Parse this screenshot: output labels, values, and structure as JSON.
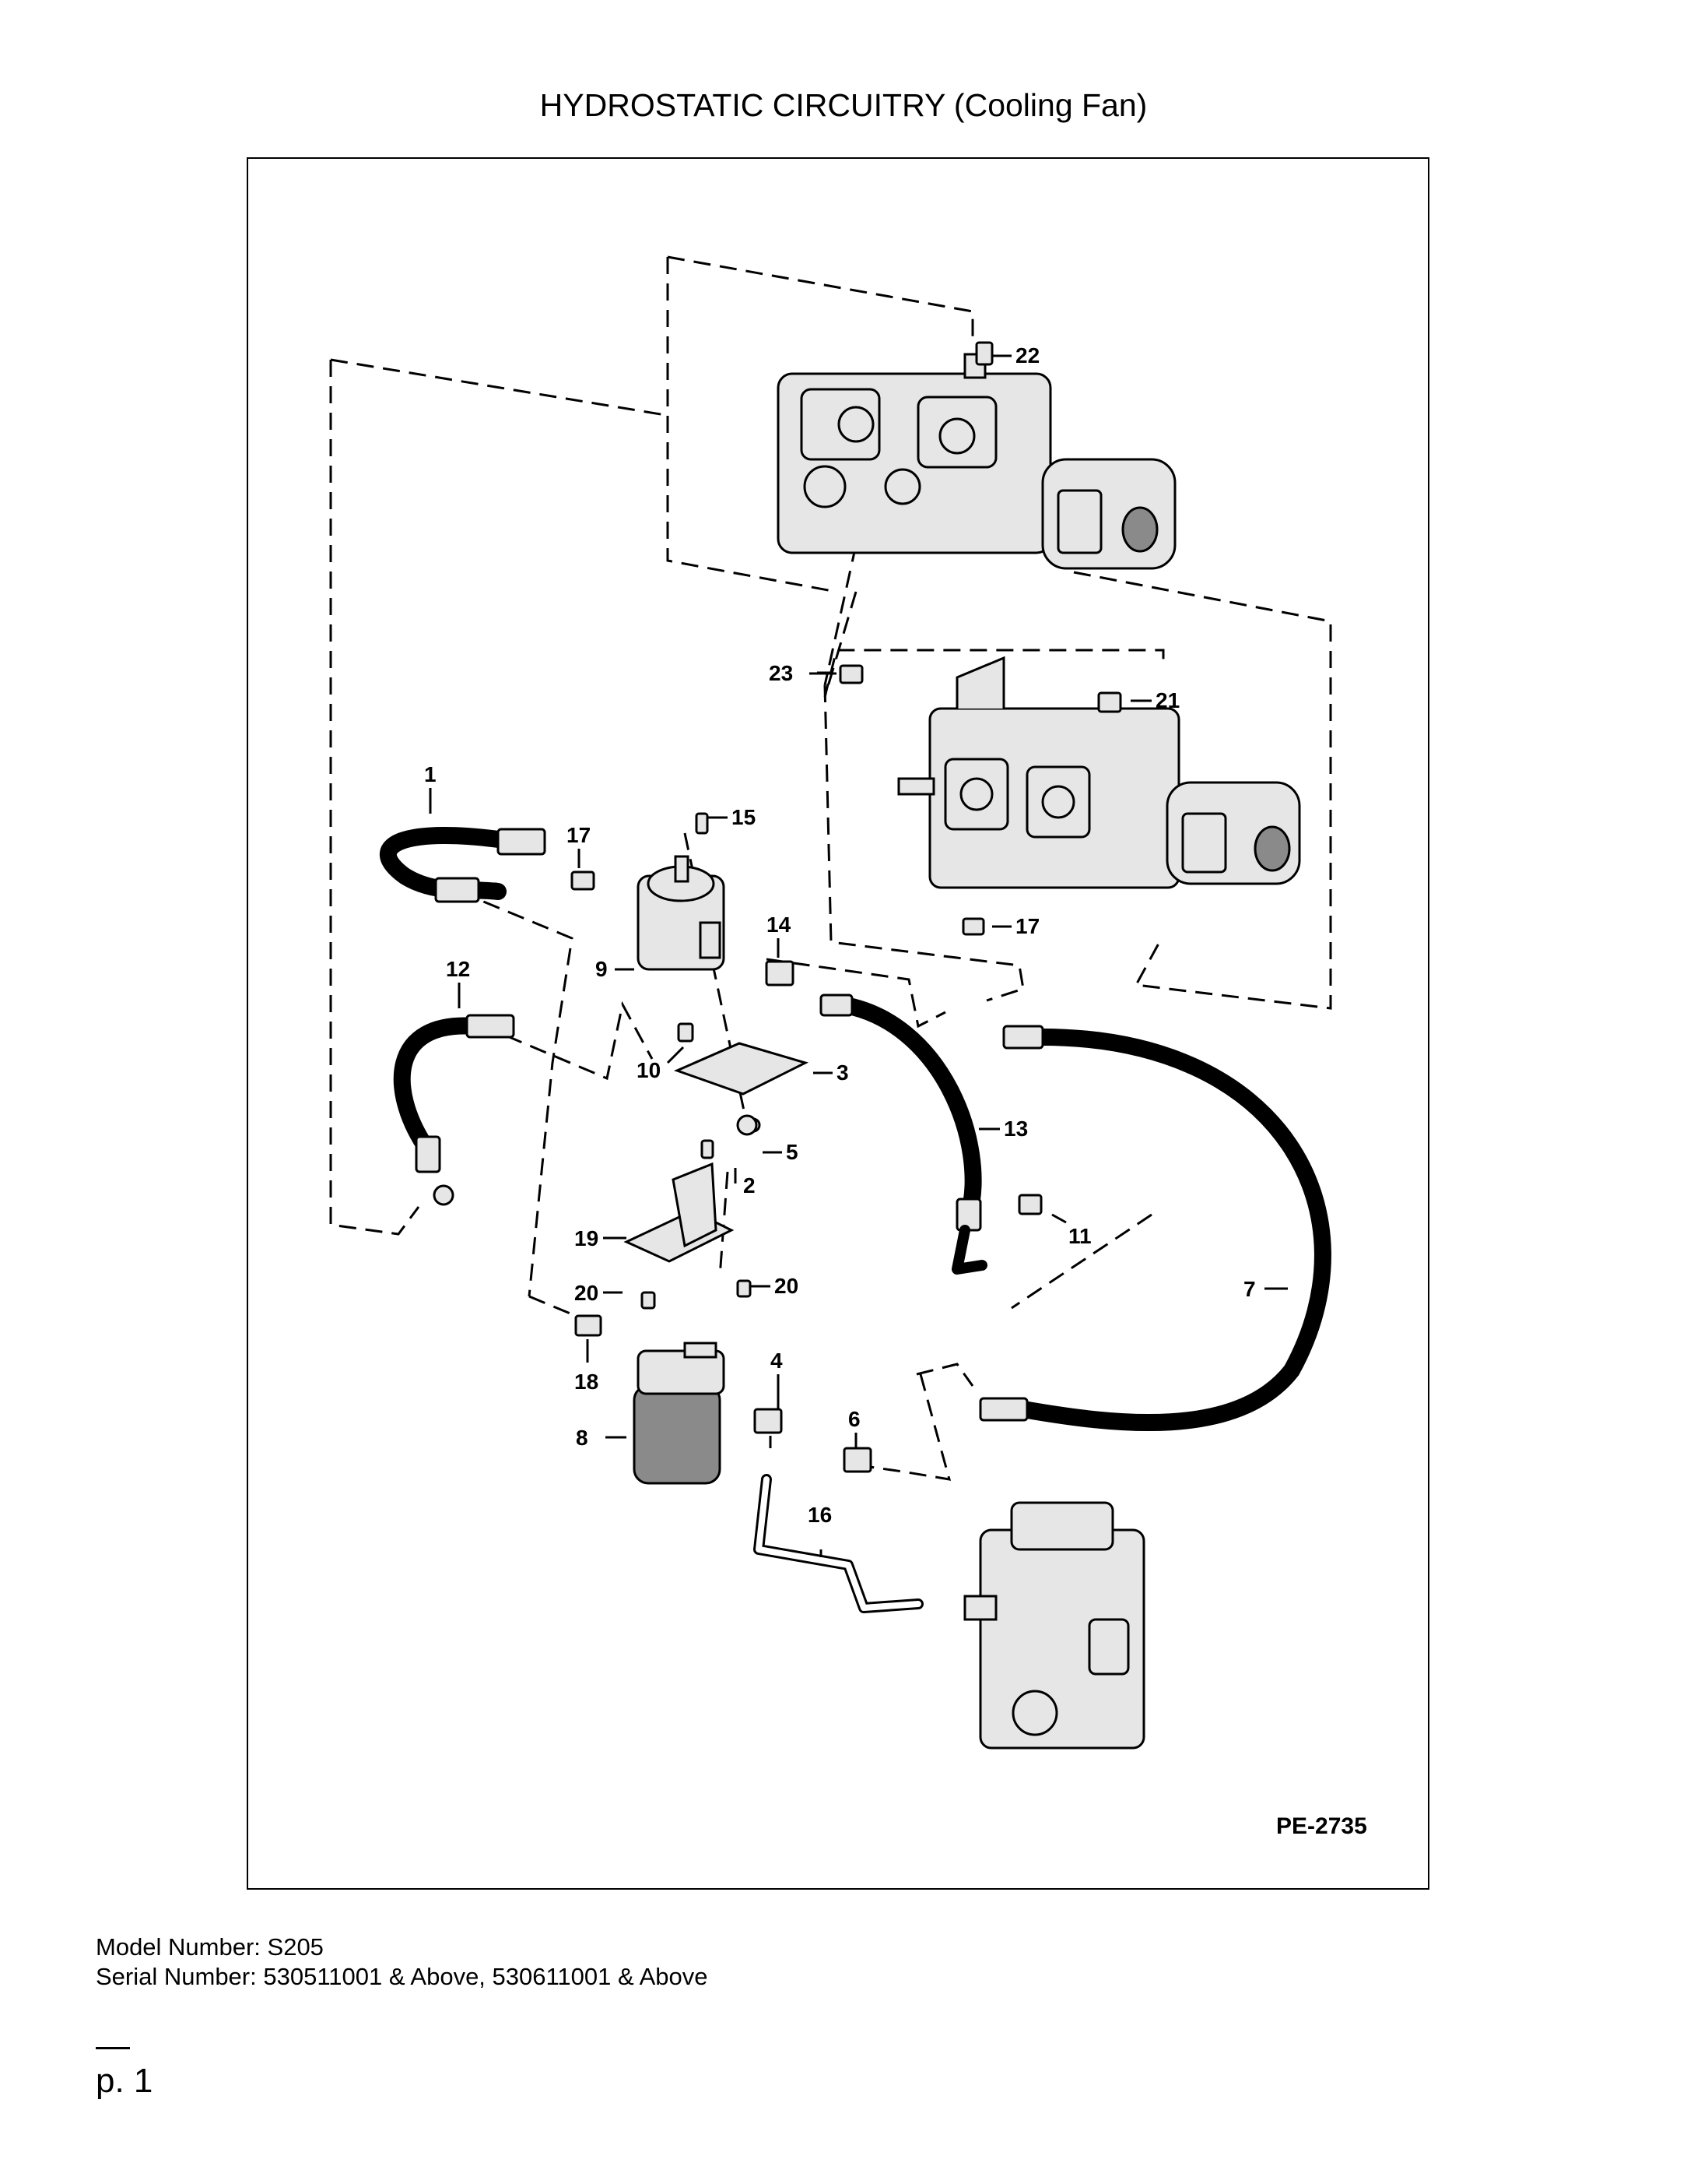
{
  "title": "HYDROSTATIC CIRCUITRY (Cooling Fan)",
  "figure_id": "PE-2735",
  "callouts": {
    "c1": "1",
    "c2": "2",
    "c3": "3",
    "c4": "4",
    "c5": "5",
    "c6": "6",
    "c7": "7",
    "c8": "8",
    "c9": "9",
    "c10": "10",
    "c11": "11",
    "c12": "12",
    "c13": "13",
    "c14": "14",
    "c15": "15",
    "c16": "16",
    "c17a": "17",
    "c17b": "17",
    "c18": "18",
    "c19": "19",
    "c20a": "20",
    "c20b": "20",
    "c21": "21",
    "c22": "22",
    "c23": "23"
  },
  "footer": {
    "model": "Model Number: S205",
    "serial": "Serial Number: 530511001 & Above, 530611001 & Above"
  },
  "page": "p. 1"
}
